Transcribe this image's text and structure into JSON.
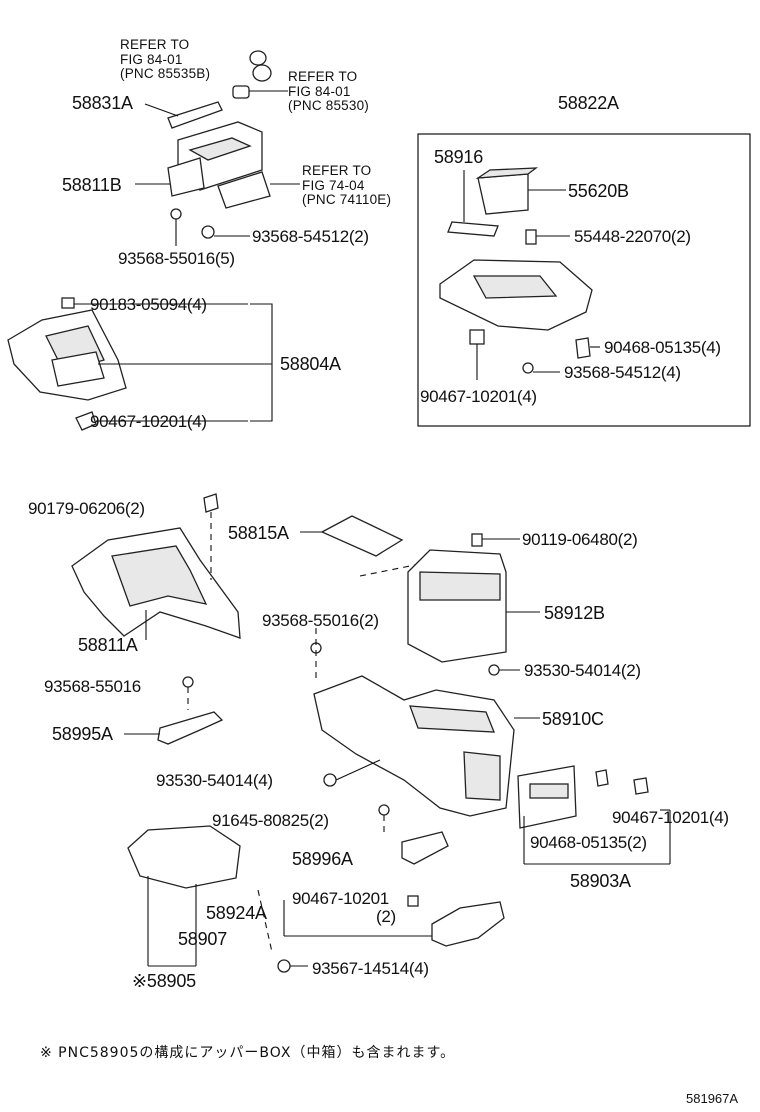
{
  "group_top_left": {
    "ref_85535b": [
      "REFER  TO",
      "FIG  84-01",
      "(PNC 85535B)"
    ],
    "ref_85530": [
      "REFER  TO",
      "FIG  84-01",
      "(PNC 85530)"
    ],
    "ref_74110e": [
      "REFER  TO",
      "FIG  74-04",
      "(PNC 74110E)"
    ],
    "p58831a": "58831A",
    "p58811b": "58811B",
    "p93568_54512_2": "93568-54512(2)",
    "p93568_55016_5": "93568-55016(5)"
  },
  "group_panel": {
    "p90183": "90183-05094(4)",
    "p58804a": "58804A",
    "p90467": "90467-10201(4)"
  },
  "group_box": {
    "p58822a": "58822A",
    "p58916": "58916",
    "p55620b": "55620B",
    "p55448": "55448-22070(2)",
    "p90468": "90468-05135(4)",
    "p93568": "93568-54512(4)",
    "p90467": "90467-10201(4)"
  },
  "group_console": {
    "p90179": "90179-06206(2)",
    "p58815a": "58815A",
    "p90119": "90119-06480(2)",
    "p93568_55016_2": "93568-55016(2)",
    "p58912b": "58912B",
    "p58811a": "58811A",
    "p93530_54014_2": "93530-54014(2)",
    "p93568_55016": "93568-55016",
    "p58995a": "58995A",
    "p58910c": "58910C",
    "p93530_54014_4": "93530-54014(4)",
    "p91645": "91645-80825(2)",
    "p90467_4": "90467-10201(4)",
    "p90468_2": "90468-05135(2)",
    "p58996a": "58996A",
    "p58903a": "58903A",
    "p90467_a": "90467-10201",
    "p90467_b": "(2)",
    "p58924a": "58924A",
    "p58907": "58907",
    "p58905": "※58905",
    "p93567": "93567-14514(4)"
  },
  "footnote": "※  PNC58905の構成にアッパーBOX（中箱）も含まれます。",
  "diagram_code": "581967A"
}
